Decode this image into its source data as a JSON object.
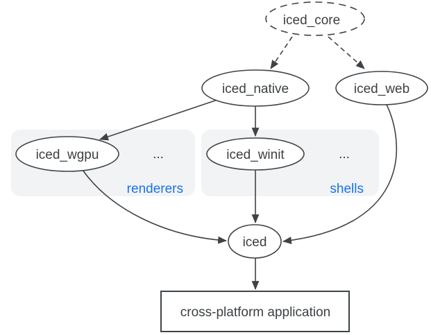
{
  "diagram": {
    "nodes": {
      "iced_core": {
        "label": "iced_core",
        "shape": "ellipse",
        "border": "dashed"
      },
      "iced_native": {
        "label": "iced_native",
        "shape": "ellipse",
        "border": "solid"
      },
      "iced_web": {
        "label": "iced_web",
        "shape": "ellipse",
        "border": "solid"
      },
      "iced_wgpu": {
        "label": "iced_wgpu",
        "shape": "ellipse",
        "border": "solid"
      },
      "iced_winit": {
        "label": "iced_winit",
        "shape": "ellipse",
        "border": "solid"
      },
      "iced": {
        "label": "iced",
        "shape": "ellipse",
        "border": "solid"
      },
      "app": {
        "label": "cross-platform application",
        "shape": "rectangle",
        "border": "solid"
      }
    },
    "groups": {
      "renderers": {
        "label": "renderers",
        "ellipsis": "...",
        "members": [
          "iced_wgpu"
        ]
      },
      "shells": {
        "label": "shells",
        "ellipsis": "...",
        "members": [
          "iced_winit"
        ]
      }
    },
    "edges": [
      {
        "from": "iced_core",
        "to": "iced_native",
        "style": "dashed"
      },
      {
        "from": "iced_core",
        "to": "iced_web",
        "style": "dashed"
      },
      {
        "from": "iced_native",
        "to": "iced_wgpu",
        "style": "solid"
      },
      {
        "from": "iced_native",
        "to": "iced_winit",
        "style": "solid"
      },
      {
        "from": "iced_wgpu",
        "to": "iced",
        "style": "solid"
      },
      {
        "from": "iced_winit",
        "to": "iced",
        "style": "solid"
      },
      {
        "from": "iced_web",
        "to": "iced",
        "style": "solid"
      },
      {
        "from": "iced",
        "to": "app",
        "style": "solid"
      }
    ]
  },
  "colors": {
    "accent": "#1a73e8",
    "ink": "#3c4043",
    "stroke": "#3e4347",
    "group_bg": "#f1f3f4",
    "bg": "#ffffff"
  }
}
